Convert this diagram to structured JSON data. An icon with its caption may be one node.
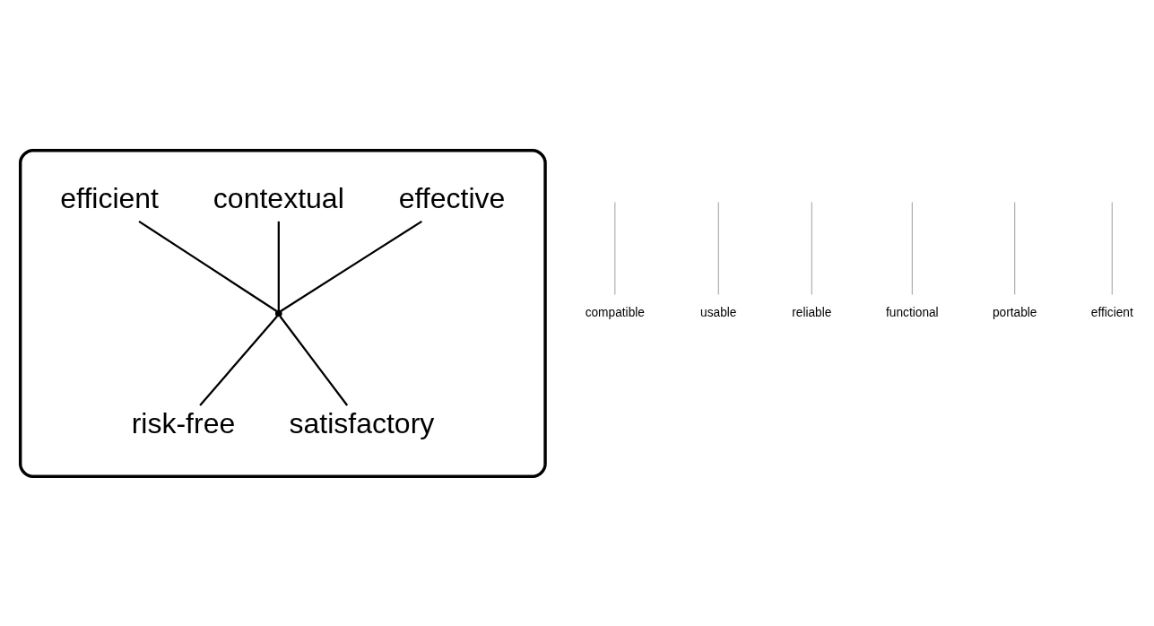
{
  "diagram": {
    "nodes": [
      {
        "text": [],
        "shape": "cloud"
      },
      {
        "text": [],
        "shape": "point",
        "in": 0
      },
      {
        "text": [
          "effective"
        ],
        "in": 0
      },
      {
        "text": [
          "contextual"
        ],
        "in": 0
      },
      {
        "text": [
          "efficient"
        ],
        "in": 0
      },
      {
        "text": [
          "risk-free"
        ],
        "in": 0
      },
      {
        "text": [
          "satisfactory"
        ],
        "in": 0
      },
      {
        "text": [
          "compatible"
        ]
      },
      {
        "text": [
          "usable"
        ]
      },
      {
        "text": [
          "reliable"
        ]
      },
      {
        "text": [
          "functional"
        ]
      },
      {
        "text": [
          "portable"
        ]
      },
      {
        "text": [
          "efficient"
        ]
      }
    ],
    "edges": [
      {
        "from": 1,
        "to": 2,
        "arrow": "none",
        "color": "#000000"
      },
      {
        "from": 1,
        "to": 3,
        "arrow": "none",
        "color": "#000000"
      },
      {
        "from": 1,
        "to": 4,
        "arrow": "none",
        "color": "#000000"
      },
      {
        "from": 1,
        "to": 5,
        "arrow": "none",
        "color": "#000000"
      },
      {
        "from": 1,
        "to": 6,
        "arrow": "none",
        "color": "#000000"
      },
      {
        "from": null,
        "to": 7,
        "arrow": "none"
      },
      {
        "from": null,
        "to": 8,
        "arrow": "none"
      },
      {
        "from": null,
        "to": 9,
        "arrow": "none"
      },
      {
        "from": null,
        "to": 10,
        "arrow": "none"
      },
      {
        "from": null,
        "to": 11,
        "arrow": "none"
      },
      {
        "from": null,
        "to": 12,
        "arrow": "none"
      }
    ]
  }
}
